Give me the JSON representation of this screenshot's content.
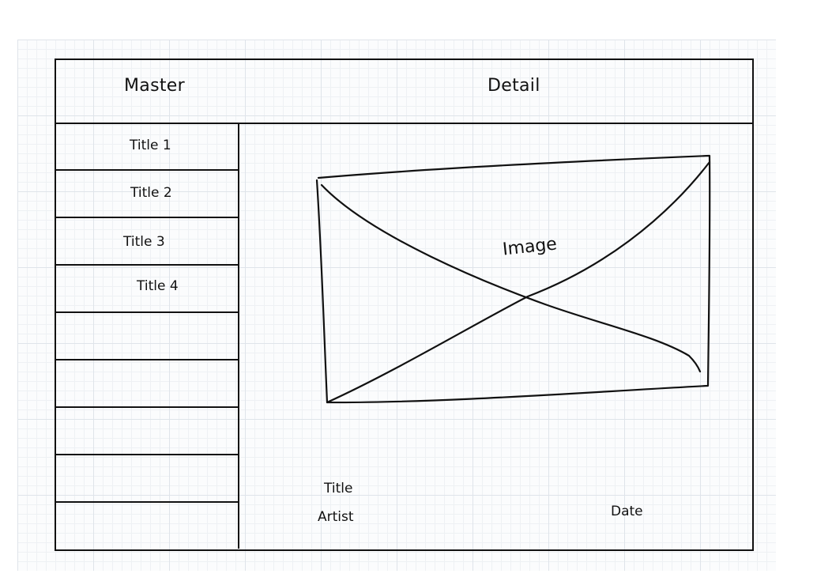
{
  "header": {
    "master_title": "Master",
    "detail_title": "Detail"
  },
  "master": {
    "items": [
      {
        "label": "Title 1"
      },
      {
        "label": "Title 2"
      },
      {
        "label": "Title 3"
      },
      {
        "label": "Title 4"
      },
      {
        "label": ""
      },
      {
        "label": ""
      },
      {
        "label": ""
      },
      {
        "label": ""
      },
      {
        "label": ""
      }
    ]
  },
  "detail": {
    "image_label": "Image",
    "title_label": "Title",
    "artist_label": "Artist",
    "date_label": "Date"
  }
}
